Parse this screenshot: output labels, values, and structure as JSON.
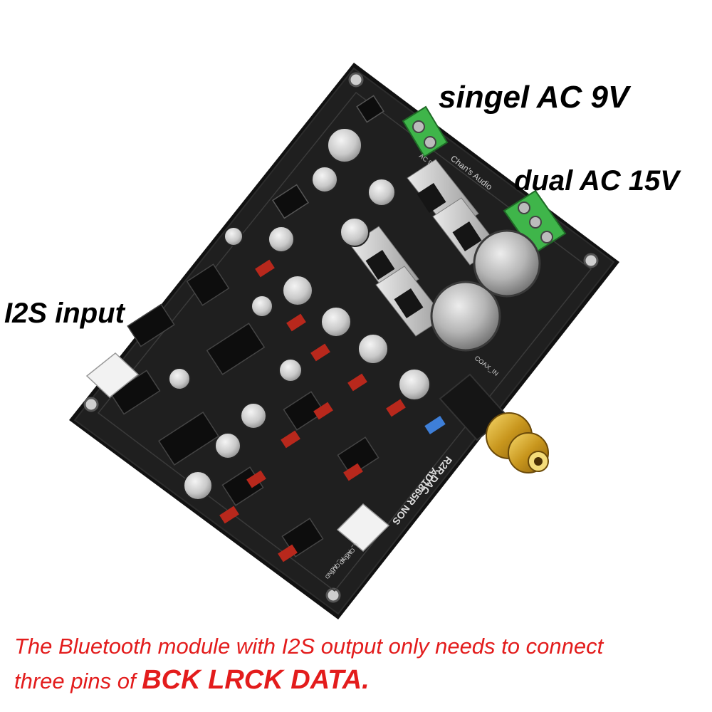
{
  "labels": {
    "ac_single": "singel AC 9V",
    "ac_dual": "dual AC 15V",
    "i2s": "I2S input"
  },
  "caption": {
    "line1": "The Bluetooth module with I2S output only needs to connect",
    "line2_prefix": "three pins of ",
    "line2_bold": "BCK LRCK DATA."
  },
  "board_text": {
    "brand": "Chan's Audio",
    "model": "AD1865R NOS",
    "model2": "R2R DAC",
    "coax": "COAX_IN",
    "ac_term": "AC 9V",
    "outputs": [
      "L_OUT",
      "AGND",
      "R_OUT",
      "AGND"
    ]
  },
  "colors": {
    "pcb": "#1b1b1b",
    "caption": "#e31c1c",
    "terminal": "#3fb54a",
    "cap_red": "#b8281c"
  }
}
